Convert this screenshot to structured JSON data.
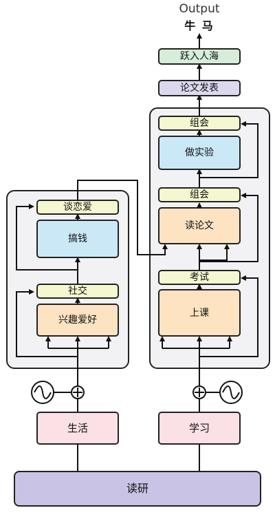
{
  "header": {
    "output_label": "Output",
    "output_chinese": "牛 马"
  },
  "left_stack": {
    "top_norm": "谈恋爱",
    "top_block": "搞钱",
    "bottom_norm": "社交",
    "bottom_block": "兴趣爱好"
  },
  "right_stack": {
    "top_norm": "组会",
    "top_block": "做实验",
    "mid_norm": "组会",
    "mid_block": "读论文",
    "bottom_norm": "考试",
    "bottom_block": "上课"
  },
  "outputs": {
    "upper": "跃入人海",
    "lower": "论文发表"
  },
  "embeddings": {
    "left": "生活",
    "right": "学习"
  },
  "input": {
    "label": "读研"
  },
  "colors": {
    "norm": "#f4f7cf",
    "attention": "#cbe8f6",
    "feedforward": "#fde3c1",
    "linear": "#d6edd9",
    "softmax": "#dcd9ef",
    "embedding": "#fbe1e6",
    "input": "#c9c3e6"
  }
}
